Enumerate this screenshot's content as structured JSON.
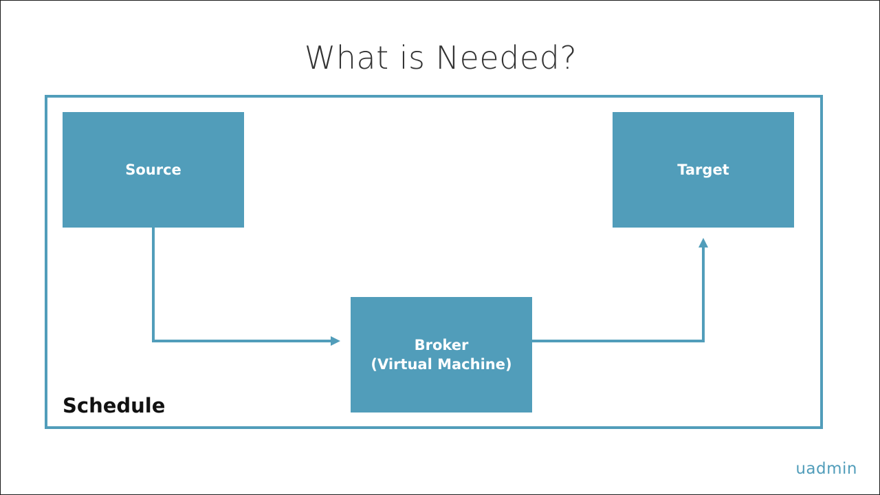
{
  "slide": {
    "title": "What is Needed?",
    "brand": "uadmin"
  },
  "diagram": {
    "container_label": "Schedule",
    "nodes": {
      "source": "Source",
      "target": "Target",
      "broker_line1": "Broker",
      "broker_line2": "(Virtual Machine)"
    },
    "edges": [
      {
        "from": "source",
        "to": "broker"
      },
      {
        "from": "broker",
        "to": "target"
      }
    ]
  },
  "colors": {
    "accent": "#519dba",
    "title_text": "#333333",
    "label_text": "#111111"
  }
}
